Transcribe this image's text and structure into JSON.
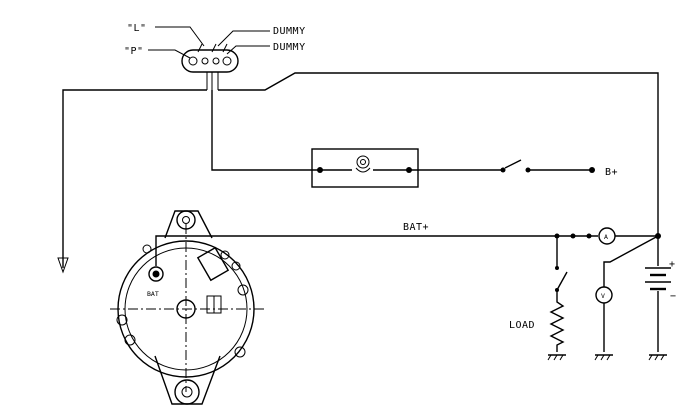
{
  "connector": {
    "label_l": "\"L\"",
    "label_p": "\"P\"",
    "dummy_1": "DUMMY",
    "dummy_2": "DUMMY"
  },
  "labels": {
    "b_plus": "B+",
    "bat_plus": "BAT+",
    "load": "LOAD",
    "ammeter": "A",
    "voltmeter": "V",
    "battery_pos": "+",
    "battery_neg": "−",
    "alternator_terminal": "BAT"
  }
}
